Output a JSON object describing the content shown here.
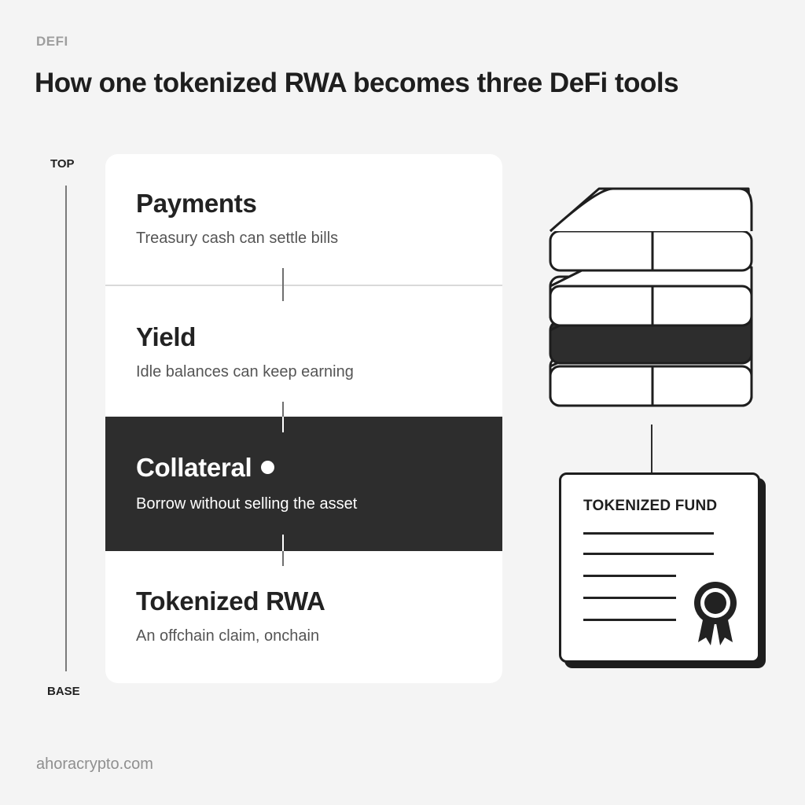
{
  "header": {
    "eyebrow": "DEFI",
    "title": "How one tokenized RWA becomes three DeFi tools"
  },
  "axis": {
    "top_label": "TOP",
    "base_label": "BASE"
  },
  "layers": [
    {
      "title": "Payments",
      "description": "Treasury cash can settle bills",
      "highlighted": false
    },
    {
      "title": "Yield",
      "description": "Idle balances can keep earning",
      "highlighted": false
    },
    {
      "title": "Collateral",
      "description": "Borrow without selling the asset",
      "highlighted": true
    },
    {
      "title": "Tokenized RWA",
      "description": "An offchain claim, onchain",
      "highlighted": false
    }
  ],
  "fund_card": {
    "title": "TOKENIZED FUND",
    "icon": "award-seal-icon"
  },
  "stack_icon": "layer-stack-icon",
  "footer": {
    "site": "ahoracrypto.com"
  },
  "colors": {
    "background": "#f4f4f4",
    "card": "#ffffff",
    "highlight": "#2d2d2d",
    "text": "#222222",
    "muted": "#9e9e9e"
  }
}
